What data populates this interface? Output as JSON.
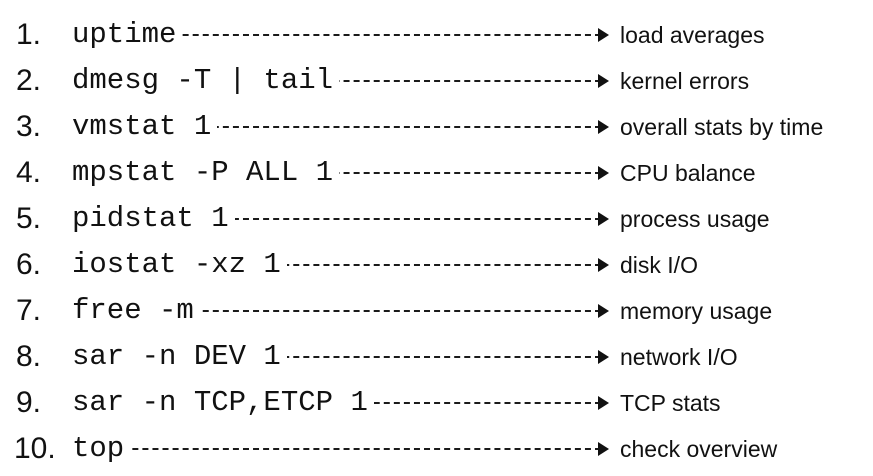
{
  "items": [
    {
      "number": "1.",
      "command": "uptime",
      "description": "load averages"
    },
    {
      "number": "2.",
      "command": "dmesg -T | tail",
      "description": "kernel errors"
    },
    {
      "number": "3.",
      "command": "vmstat 1",
      "description": "overall stats by time"
    },
    {
      "number": "4.",
      "command": "mpstat -P ALL 1",
      "description": "CPU balance"
    },
    {
      "number": "5.",
      "command": "pidstat 1",
      "description": "process usage"
    },
    {
      "number": "6.",
      "command": "iostat -xz 1",
      "description": "disk I/O"
    },
    {
      "number": "7.",
      "command": "free -m",
      "description": "memory usage"
    },
    {
      "number": "8.",
      "command": "sar -n DEV 1",
      "description": "network I/O"
    },
    {
      "number": "9.",
      "command": "sar -n TCP,ETCP 1",
      "description": "TCP stats"
    },
    {
      "number": "10.",
      "command": "top",
      "description": "check overview"
    }
  ]
}
